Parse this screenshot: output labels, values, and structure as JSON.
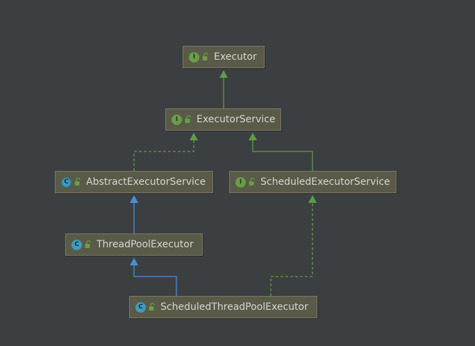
{
  "nodes": [
    {
      "id": "executor",
      "label": "Executor",
      "kind": "I",
      "kind_name": "interface"
    },
    {
      "id": "executor-service",
      "label": "ExecutorService",
      "kind": "I",
      "kind_name": "interface"
    },
    {
      "id": "abstract-executor-service",
      "label": "AbstractExecutorService",
      "kind": "C",
      "kind_name": "abstract"
    },
    {
      "id": "scheduled-executor-service",
      "label": "ScheduledExecutorService",
      "kind": "I",
      "kind_name": "interface"
    },
    {
      "id": "thread-pool-executor",
      "label": "ThreadPoolExecutor",
      "kind": "C",
      "kind_name": "class"
    },
    {
      "id": "scheduled-thread-pool-executor",
      "label": "ScheduledThreadPoolExecutor",
      "kind": "C",
      "kind_name": "class"
    }
  ],
  "edges": [
    {
      "from": "executor-service",
      "to": "executor",
      "relation": "extends",
      "style": "solid",
      "color": "#5e9c4a"
    },
    {
      "from": "abstract-executor-service",
      "to": "executor-service",
      "relation": "implements",
      "style": "dashed",
      "color": "#5e9c4a"
    },
    {
      "from": "scheduled-executor-service",
      "to": "executor-service",
      "relation": "extends",
      "style": "solid",
      "color": "#5e9c4a"
    },
    {
      "from": "thread-pool-executor",
      "to": "abstract-executor-service",
      "relation": "extends",
      "style": "solid",
      "color": "#4a8fd6"
    },
    {
      "from": "scheduled-thread-pool-executor",
      "to": "thread-pool-executor",
      "relation": "extends",
      "style": "solid",
      "color": "#4a8fd6"
    },
    {
      "from": "scheduled-thread-pool-executor",
      "to": "scheduled-executor-service",
      "relation": "implements",
      "style": "dashed",
      "color": "#5e9c4a"
    }
  ],
  "colors": {
    "background": "#3c3f41",
    "node_fill": "#5a5a48",
    "node_border": "#7a7a68",
    "interface_badge": "#6a9c4a",
    "class_badge": "#3d9cbf",
    "lock_icon": "#6a9c4a",
    "text": "#d6d6d6"
  },
  "icons": {
    "interface": "interface-badge-icon",
    "class": "class-badge-icon",
    "abstract": "abstract-class-badge-icon",
    "visibility": "lock-open-icon"
  }
}
